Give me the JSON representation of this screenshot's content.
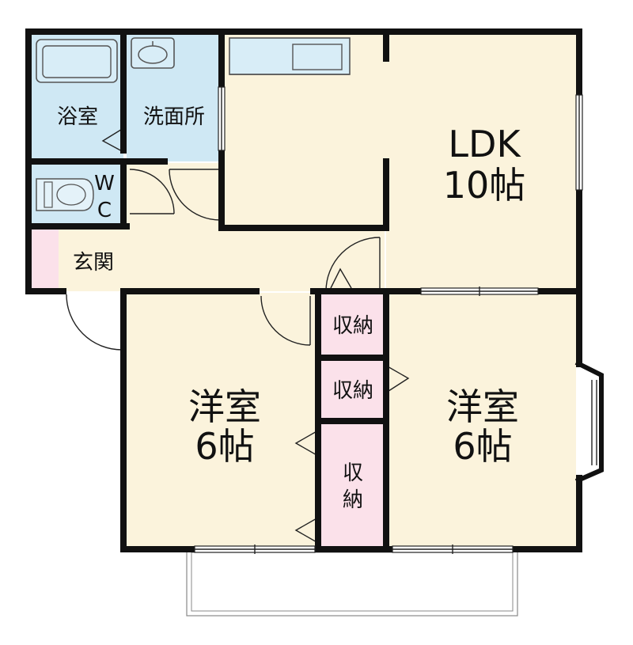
{
  "colors": {
    "wet": "#cfe8f4",
    "living": "#fbf3dc",
    "storage": "#fbe1ea",
    "wall": "#111111",
    "background": "#ffffff"
  },
  "rooms": {
    "bath": "浴室",
    "washroom": "洗面所",
    "wc_line1": "W",
    "wc_line2": "C",
    "entrance": "玄関",
    "ldk_line1": "LDK",
    "ldk_line2": "10帖",
    "west_room_line1": "洋室",
    "west_room_line2": "6帖",
    "east_room_line1": "洋室",
    "east_room_line2": "6帖",
    "storage_top": "収納",
    "storage_mid": "収納",
    "storage_low_line1": "収",
    "storage_low_line2": "納"
  },
  "icons": [
    "bathtub-icon",
    "sink-icon",
    "toilet-icon",
    "kitchen-counter-icon"
  ]
}
